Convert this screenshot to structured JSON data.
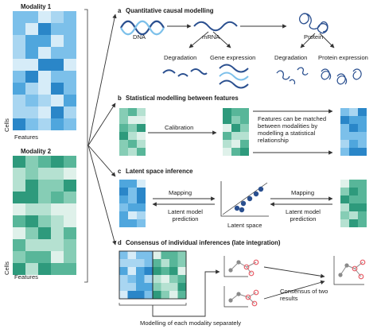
{
  "left": {
    "modality1_title": "Modality 1",
    "modality2_title": "Modality 2",
    "cells_label": "Cells",
    "features_label": "Features"
  },
  "panel_a": {
    "letter": "a",
    "title": "Quantitative causal modelling",
    "dna": "DNA",
    "mrna": "mRNA",
    "protein": "Protein",
    "degradation_1": "Degradation",
    "gene_expression": "Gene expression",
    "degradation_2": "Degradation",
    "protein_expression": "Protein expression"
  },
  "panel_b": {
    "letter": "b",
    "title": "Statistical modelling between features",
    "calibration": "Calibration",
    "matched_text": "Features can be matched between modalities by modelling a statistical relationship"
  },
  "panel_c": {
    "letter": "c",
    "title": "Latent space inference",
    "mapping_left": "Mapping",
    "mapping_right": "Mapping",
    "latent_left": "Latent model prediction",
    "latent_right": "Latent model prediction",
    "latent_space": "Latent space"
  },
  "panel_d": {
    "letter": "d",
    "title": "Consensus of individual inferences (late integration)",
    "consensus": "Consensus of two results",
    "modelling_each": "Modelling of each modality separately"
  },
  "colors": {
    "blue_palette": [
      "#d6ecf8",
      "#a9d6f1",
      "#7cc0ea",
      "#4fa6dd",
      "#2a86c8"
    ],
    "green_palette": [
      "#dff1ea",
      "#b5e1d1",
      "#86cdb5",
      "#58b699",
      "#2e9a7c"
    ],
    "arrow": "#333333",
    "node_red": "#e8606a",
    "node_gray": "#8a8a8a"
  }
}
